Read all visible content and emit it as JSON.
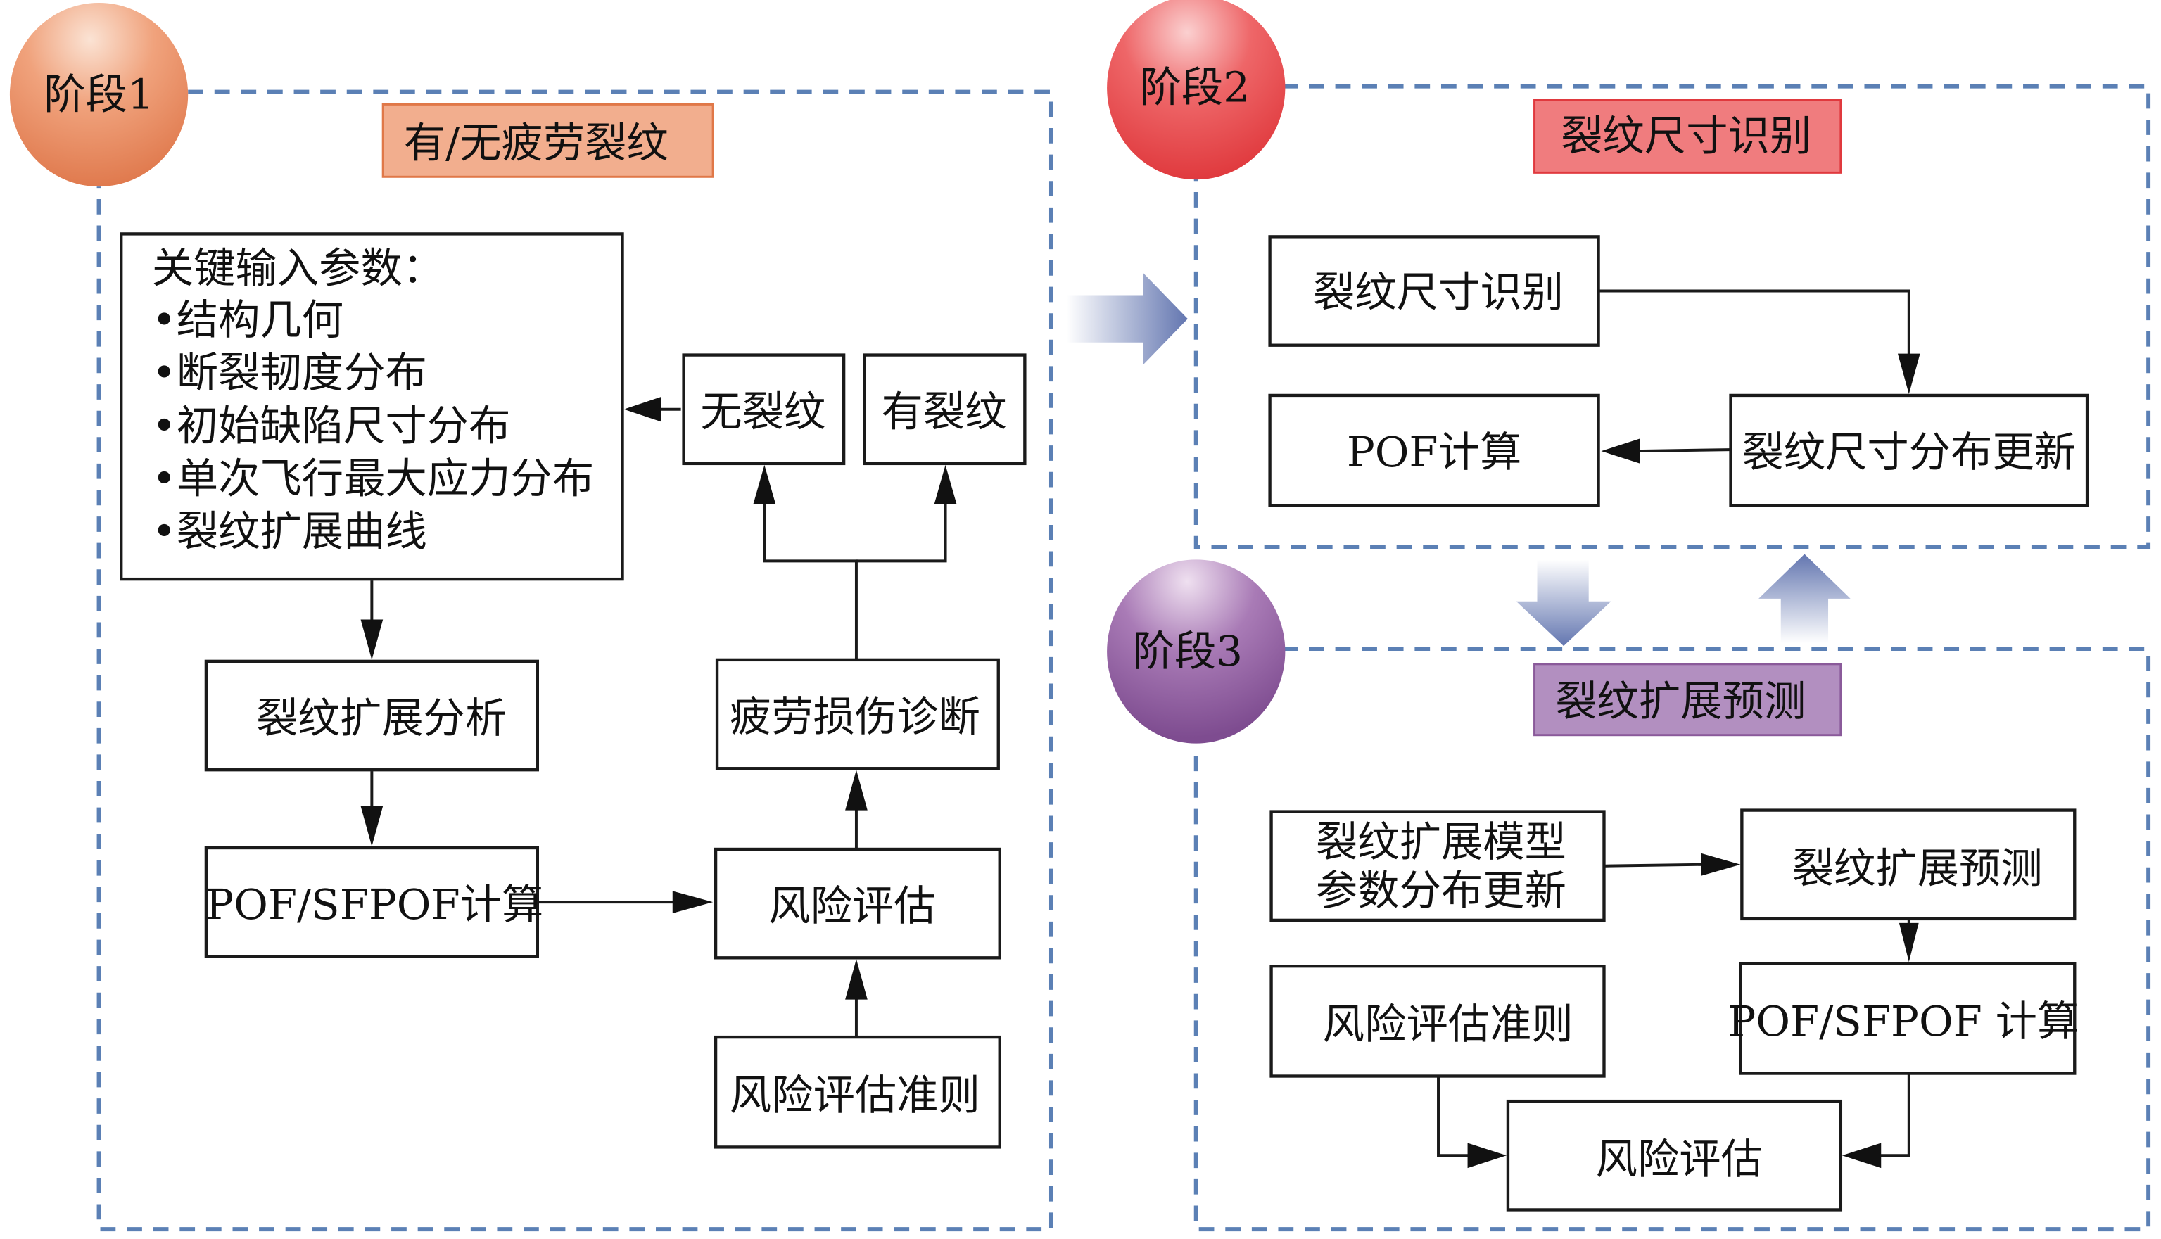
{
  "colors": {
    "frame_dash": "#5b80b5",
    "stage1": "#e8855c",
    "stage2": "#e5474b",
    "stage3": "#8e5b9c",
    "label1_fill": "#f2ae8e",
    "label1_stroke": "#e07848",
    "label2_fill": "#f07c7e",
    "label2_stroke": "#e0393e",
    "label3_fill": "#b28fc0",
    "label3_stroke": "#8a5a9a",
    "transition_arrow": "#6b7fb5"
  },
  "stages": [
    {
      "badge": "阶段1",
      "label": "有/无疲劳裂纹",
      "input_box": {
        "title": "关键输入参数：",
        "items": [
          "•结构几何",
          "•断裂韧度分布",
          "•初始缺陷尺寸分布",
          "•单次飞行最大应力分布",
          "•裂纹扩展曲线"
        ]
      },
      "boxes": {
        "no_crack": "无裂纹",
        "has_crack": "有裂纹",
        "crack_growth_analysis": "裂纹扩展分析",
        "pof_sfpof": "POF/SFPOF计算",
        "fatigue_diagnosis": "疲劳损伤诊断",
        "risk_assessment": "风险评估",
        "risk_criteria": "风险评估准则"
      }
    },
    {
      "badge": "阶段2",
      "label": "裂纹尺寸识别",
      "boxes": {
        "crack_size_id": "裂纹尺寸识别",
        "pof_calc": "POF计算",
        "crack_size_update": "裂纹尺寸分布更新"
      }
    },
    {
      "badge": "阶段3",
      "label": "裂纹扩展预测",
      "boxes": {
        "model_update_line1": "裂纹扩展模型",
        "model_update_line2": "参数分布更新",
        "crack_growth_prediction": "裂纹扩展预测",
        "risk_criteria": "风险评估准则",
        "pof_sfpof": "POF/SFPOF 计算",
        "risk_assessment": "风险评估"
      }
    }
  ]
}
